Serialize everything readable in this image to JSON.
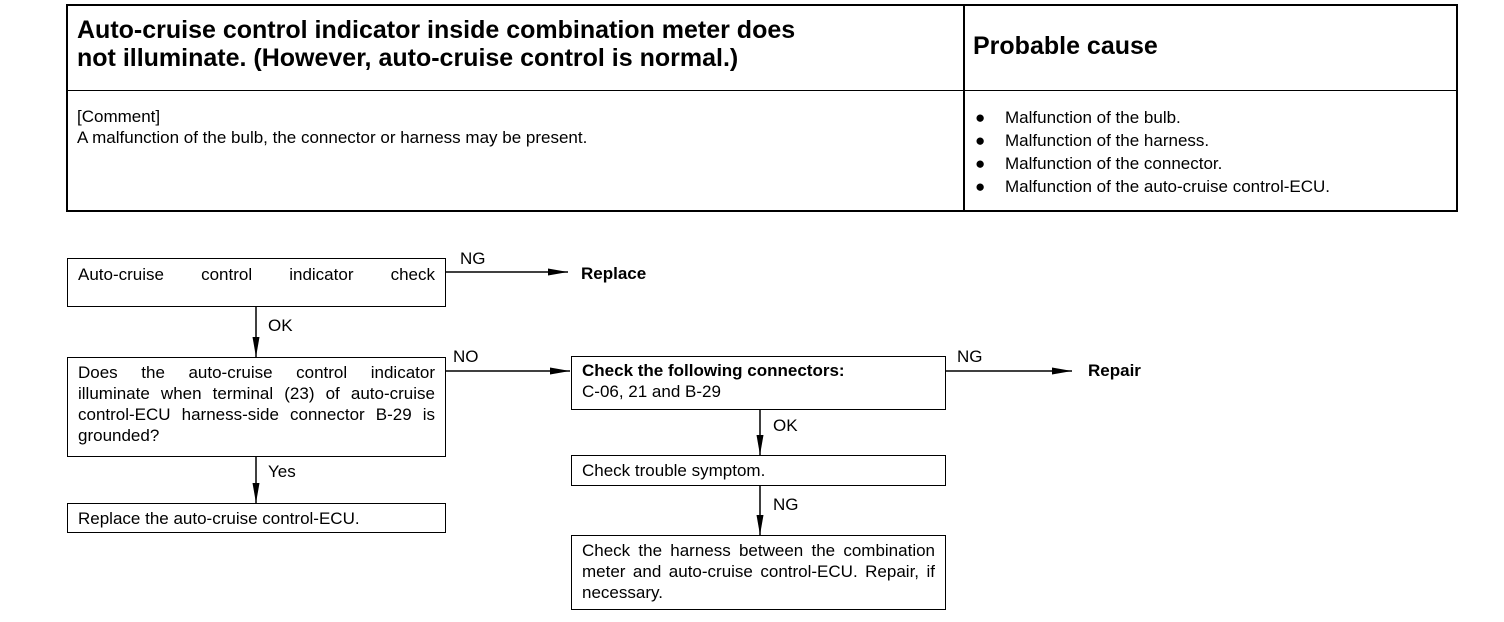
{
  "header": {
    "title": "Auto-cruise control indicator inside combination meter does\nnot illuminate.  (However, auto-cruise control is normal.)",
    "probable_cause_label": "Probable cause",
    "comment_label": "[Comment]",
    "comment_text": "A malfunction of the bulb, the connector or harness may be present.",
    "causes": [
      "Malfunction of the bulb.",
      "Malfunction of the harness.",
      "Malfunction of the connector.",
      "Malfunction of the auto-cruise control-ECU."
    ],
    "bullet": "●"
  },
  "flow": {
    "indicator_check": "Auto-cruise control indicator check",
    "replace": "Replace",
    "question": "Does the auto-cruise control indicator illuminate when terminal (23) of auto-cruise control-ECU harness-side connector B-29 is grounded?",
    "replace_ecu": "Replace the auto-cruise control-ECU.",
    "connectors_title": "Check the following connectors:",
    "connectors_list": "C-06, 21 and B-29",
    "repair": "Repair",
    "trouble_symptom": "Check trouble symptom.",
    "harness_check": "Check the harness between the combination meter and auto-cruise control-ECU. Repair, if necessary.",
    "labels": {
      "ng1": "NG",
      "ok1": "OK",
      "no": "NO",
      "yes": "Yes",
      "ng2": "NG",
      "ok2": "OK",
      "ng3": "NG"
    }
  }
}
